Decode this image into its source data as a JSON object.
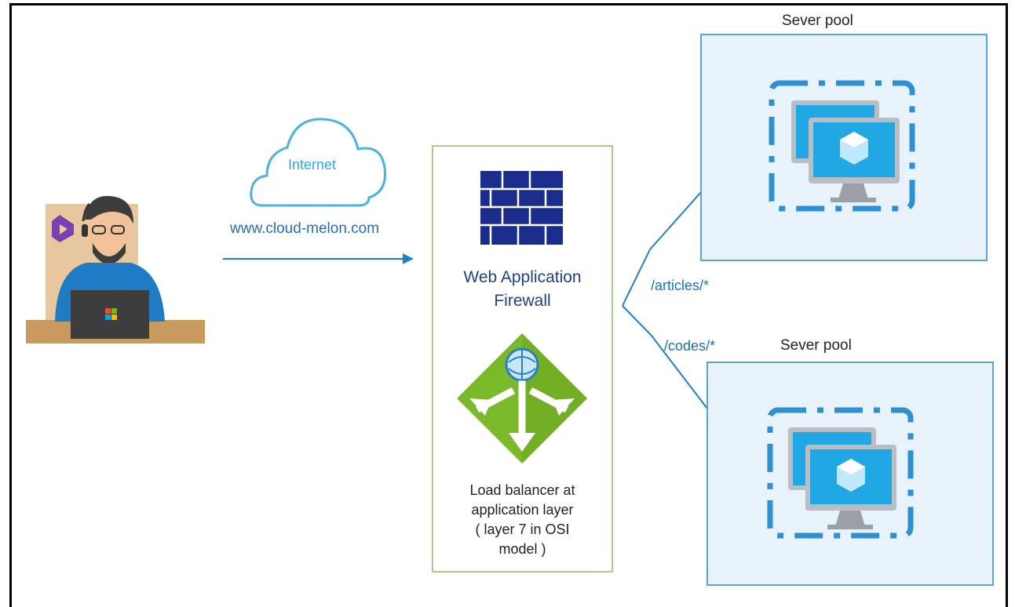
{
  "internet": {
    "label": "Internet",
    "url": "www.cloud-melon.com"
  },
  "waf": {
    "title_line1": "Web Application",
    "title_line2": "Firewall",
    "caption_line1": "Load balancer at",
    "caption_line2": "application layer",
    "caption_line3": "( layer 7 in OSI",
    "caption_line4": "model )"
  },
  "routes": {
    "articles": "/articles/*",
    "codes": "/codes/*"
  },
  "pools": [
    {
      "title": "Sever pool"
    },
    {
      "title": "Sever pool"
    }
  ],
  "icons": {
    "developer": "developer-at-laptop-icon",
    "cloud": "cloud-icon",
    "firewall": "firewall-brick-wall-icon",
    "load_balancer": "application-gateway-icon",
    "vm_scale_set": "virtual-machines-icon"
  },
  "colors": {
    "arrow": "#1e7fd0",
    "cloud_outline": "#4ab3e3",
    "firewall": "#1a2d8c",
    "waf_border": "#a9cf86",
    "gateway_green": "#7ab929",
    "pool_border": "#5aa5d8",
    "pool_fill": "#e8f2fa",
    "vm_blue": "#20a7e4",
    "vm_frame": "#b9bec4"
  }
}
